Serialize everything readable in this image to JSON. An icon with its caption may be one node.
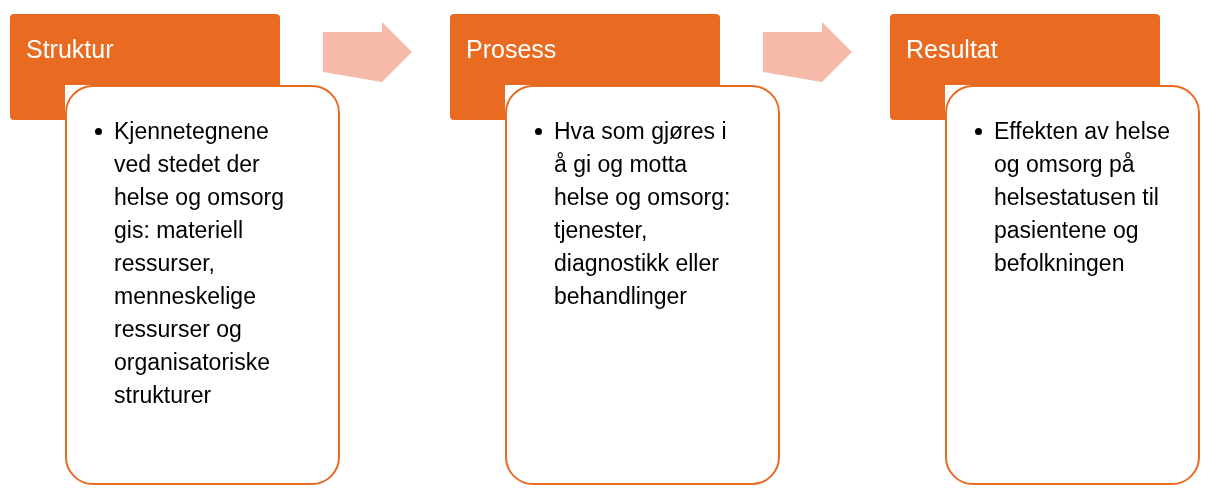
{
  "diagram": {
    "nodes": [
      {
        "text": [
          "Struktur"
        ]
      },
      {
        "text": [
          "Kjennetegnene ved stedet der helse og omsorg gis: materiell ressurser, menneskelige ressurser og organisatoriske strukturer"
        ]
      },
      {
        "text": [
          "Prosess"
        ]
      },
      {
        "text": [
          "Hva som gjøres i å gi og motta helse og omsorg: tjenester, diagnostikk eller behandlinger"
        ]
      },
      {
        "text": [
          "Resultat"
        ]
      },
      {
        "text": [
          "Effekten av helse og omsorg på helsestatusen til pasientene og befolkningen"
        ]
      }
    ],
    "edges": [
      {
        "from": 0,
        "to": 2,
        "arrow": "to",
        "style": "thick",
        "color": "#f4b9a8"
      },
      {
        "from": 2,
        "to": 4,
        "arrow": "to",
        "style": "thick",
        "color": "#f4b9a8"
      }
    ]
  }
}
